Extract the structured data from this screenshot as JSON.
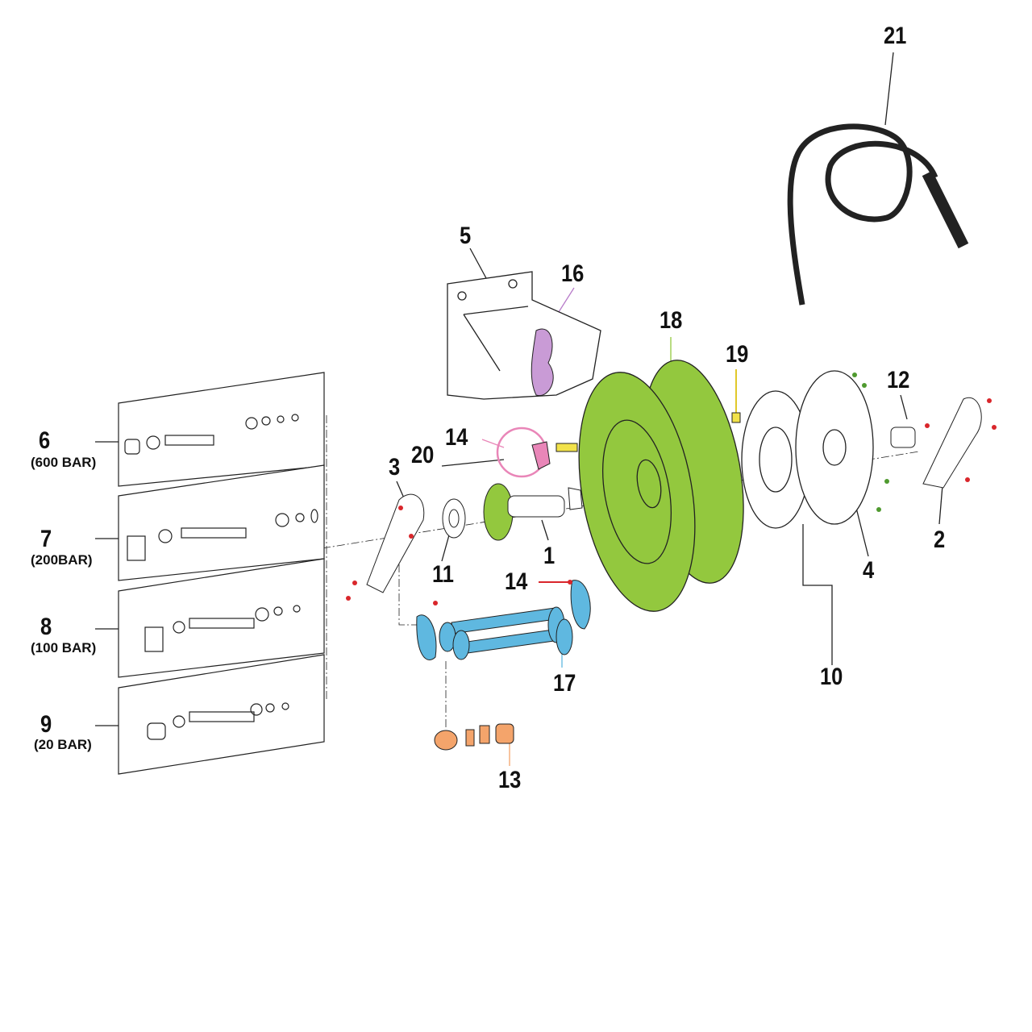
{
  "diagram": {
    "title": "Hose reel exploded parts diagram",
    "colors": {
      "drum": "#93c83e",
      "bracket_part": "#c99bd6",
      "axle_part": "#5fb8e0",
      "hose_guide": "#f4a46b",
      "ring": "#e986b8",
      "screw_red": "#d9262b",
      "screw_green": "#4f9a2f",
      "pin_yellow": "#f2e24a",
      "line": "#222222"
    },
    "callouts": [
      {
        "id": "21",
        "sub": ""
      },
      {
        "id": "5",
        "sub": ""
      },
      {
        "id": "16",
        "sub": ""
      },
      {
        "id": "18",
        "sub": ""
      },
      {
        "id": "19",
        "sub": ""
      },
      {
        "id": "12",
        "sub": ""
      },
      {
        "id": "6",
        "sub": "(600 BAR)"
      },
      {
        "id": "14",
        "sub": ""
      },
      {
        "id": "20",
        "sub": ""
      },
      {
        "id": "3",
        "sub": ""
      },
      {
        "id": "7",
        "sub": "(200BAR)"
      },
      {
        "id": "11",
        "sub": ""
      },
      {
        "id": "1",
        "sub": ""
      },
      {
        "id": "2",
        "sub": ""
      },
      {
        "id": "4",
        "sub": ""
      },
      {
        "id": "14",
        "sub": ""
      },
      {
        "id": "8",
        "sub": "(100 BAR)"
      },
      {
        "id": "17",
        "sub": ""
      },
      {
        "id": "10",
        "sub": ""
      },
      {
        "id": "9",
        "sub": "(20 BAR)"
      },
      {
        "id": "13",
        "sub": ""
      }
    ]
  }
}
